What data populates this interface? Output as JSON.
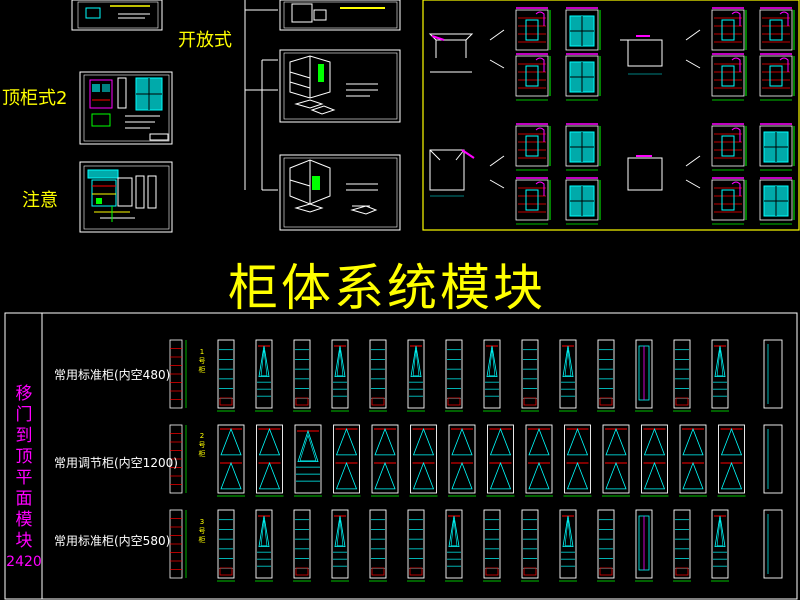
{
  "labels": {
    "open_type": "开放式",
    "top_cabinet_2": "顶柜式2",
    "note": "注意",
    "main_title": "柜体系统模块"
  },
  "side_title": {
    "chars": [
      "移",
      "门",
      "到",
      "顶",
      "平",
      "面",
      "模",
      "块"
    ],
    "value": "2420"
  },
  "rows": [
    {
      "label": "常用标准柜(内空480)",
      "tag": [
        "1",
        "号",
        "柜"
      ]
    },
    {
      "label": "常用调节柜(内空1200)",
      "tag": [
        "2",
        "号",
        "柜"
      ]
    },
    {
      "label": "常用标准柜(内空580)",
      "tag": [
        "3",
        "号",
        "柜"
      ]
    }
  ],
  "colors": {
    "background": "#000000",
    "cad_cyan": "#00ffff",
    "cad_yellow": "#ffff00",
    "cad_white": "#ffffff",
    "cad_magenta": "#ff00ff",
    "cad_green": "#00ff00",
    "cad_red": "#ff0000"
  }
}
